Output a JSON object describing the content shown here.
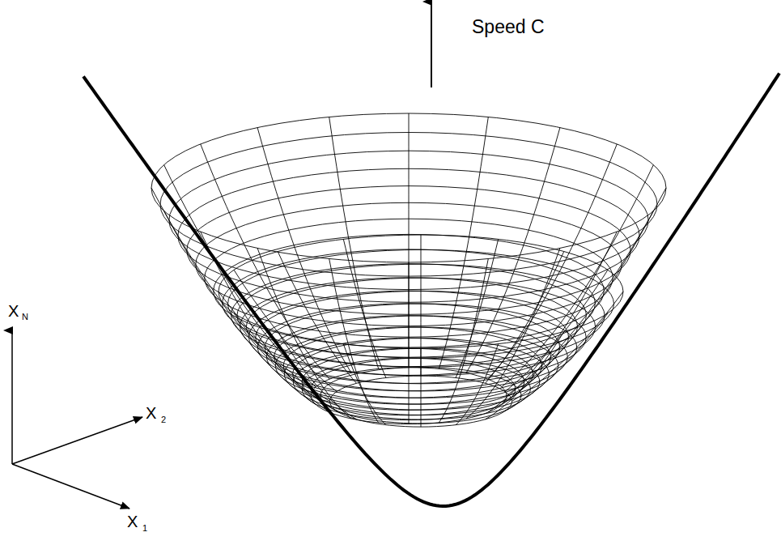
{
  "diagram": {
    "labels": [
      "Speed C",
      "X",
      "N",
      "X",
      "2",
      "X",
      "1"
    ]
  }
}
